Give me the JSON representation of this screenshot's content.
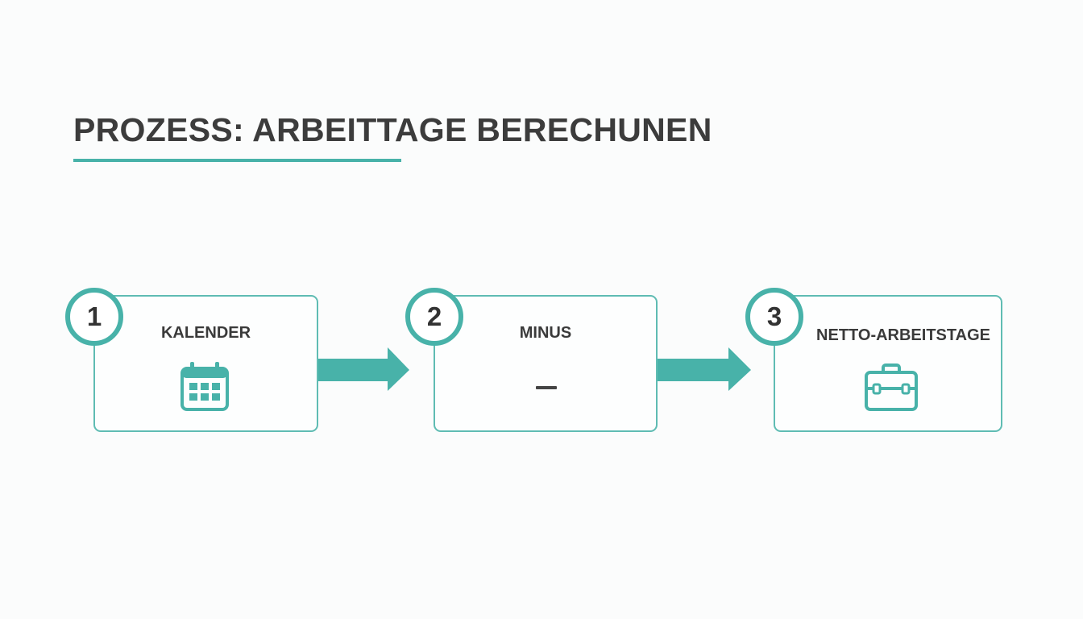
{
  "title": "PROZESS: ARBEITTAGE BERECHUNEN",
  "colors": {
    "accent": "#48b2a9",
    "box_border": "#5fbcb3",
    "text": "#3c3c3c",
    "background": "#fbfcfc"
  },
  "steps": [
    {
      "number": "1",
      "label": "KALENDER",
      "icon": "calendar-icon"
    },
    {
      "number": "2",
      "label": "MINUS",
      "icon": "minus-icon"
    },
    {
      "number": "3",
      "label": "NETTO-ARBEITSTAGE",
      "icon": "briefcase-icon"
    }
  ]
}
